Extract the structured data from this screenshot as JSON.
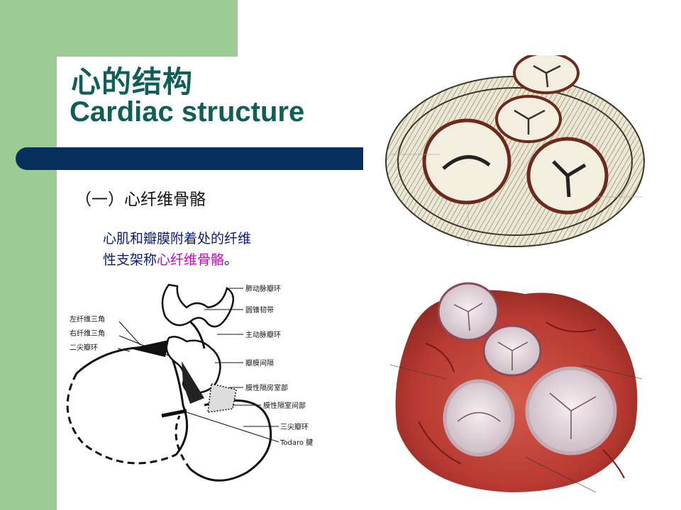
{
  "slide": {
    "title_zh": "心的结构",
    "title_en": "Cardiac structure",
    "section_heading": "（一）心纤维骨骼",
    "description_line1": "心肌和瓣膜附着处的纤维",
    "description_line2_prefix": "性支架称",
    "description_highlight": "心纤维骨骼",
    "description_line2_suffix": "。"
  },
  "diagram": {
    "labels_left": [
      "左纤维三角",
      "右纤维三角",
      "二尖瓣环"
    ],
    "labels_right": [
      "肺动脉瓣环",
      "圆锥韧带",
      "主动脉瓣环",
      "瓣膜间隔",
      "膜性隔房室部",
      "膜性隔室间部",
      "三尖瓣环",
      "Todaro 腱"
    ]
  },
  "colors": {
    "band_green": "#9ccc93",
    "title_teal": "#0f5f58",
    "bar_navy": "#08305e",
    "text_blue": "#0a1a7a",
    "highlight_magenta": "#cc00cc"
  }
}
